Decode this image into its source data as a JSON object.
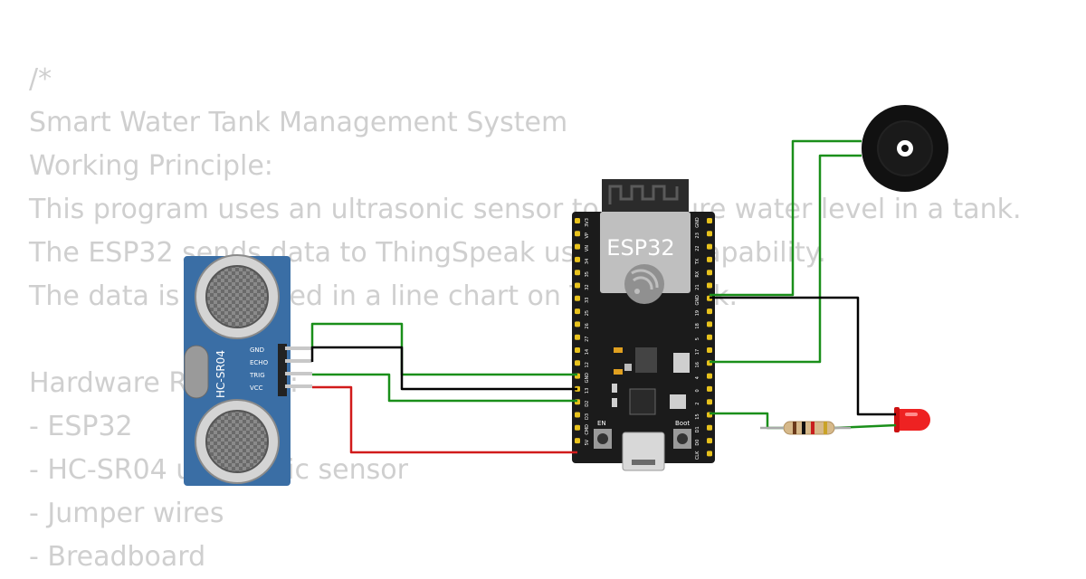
{
  "code_comment": {
    "lines": [
      "/*",
      "Smart Water Tank Management System",
      "Working Principle:",
      "This program uses an ultrasonic sensor to measure water level in a tank.",
      "The ESP32 sends data to ThingSpeak using WiFi capability.",
      "The data is visualized in a line chart on ThingSpeak.",
      "",
      "Hardware Required:",
      "- ESP32",
      "- HC-SR04 ultrasonic sensor",
      "- Jumper wires",
      "- Breadboard"
    ]
  },
  "esp32": {
    "label": "ESP32",
    "en_label": "EN",
    "boot_label": "Boot",
    "left_pins": [
      "3V3",
      "VP",
      "VN",
      "34",
      "35",
      "32",
      "33",
      "25",
      "26",
      "27",
      "14",
      "12",
      "GND",
      "13",
      "D2",
      "D3",
      "CMD",
      "5V"
    ],
    "right_pins": [
      "GND",
      "23",
      "22",
      "TX",
      "RX",
      "21",
      "GND",
      "19",
      "18",
      "5",
      "17",
      "16",
      "4",
      "0",
      "2",
      "15",
      "D1",
      "D0",
      "CLK"
    ]
  },
  "hcsr04": {
    "label": "HC-SR04",
    "pins": [
      "GND",
      "ECHO",
      "TRIG",
      "VCC"
    ]
  },
  "colors": {
    "wire_green": "#1a8f1a",
    "wire_black": "#000000",
    "wire_red": "#d11b1b",
    "sensor_blue": "#3a6ea5",
    "board_black": "#1b1b1b",
    "pin_gold": "#e8c21c",
    "led_red": "#ee2222"
  },
  "icons": {
    "buzzer": "buzzer-icon",
    "led": "led-icon",
    "resistor": "resistor-icon"
  }
}
